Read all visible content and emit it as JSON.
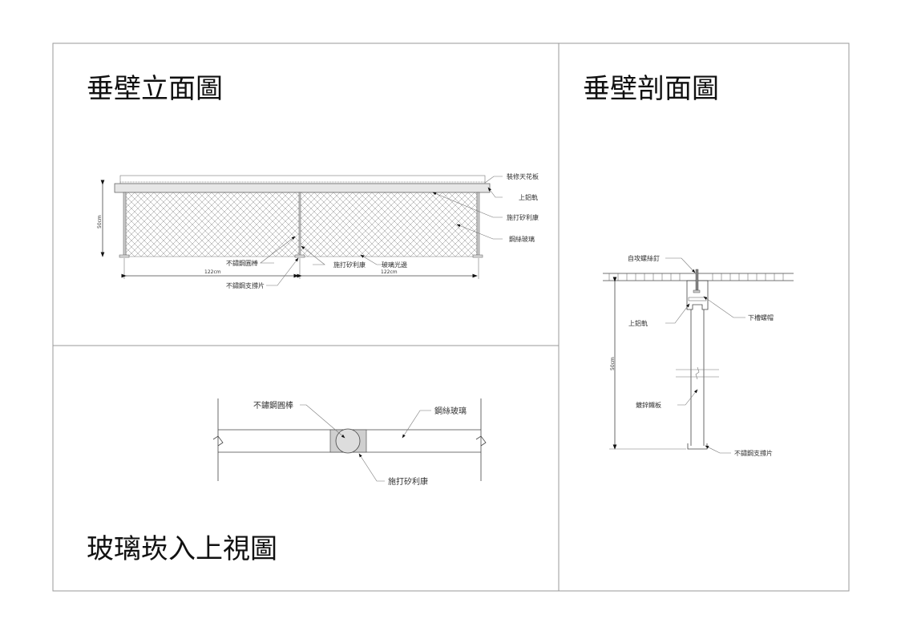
{
  "elevation": {
    "title": "垂壁立面圖",
    "labels": {
      "ceiling": "裝修天花板",
      "top_rail": "上鋁軌",
      "silicone": "施打矽利康",
      "wire_glass": "鋼絲玻璃",
      "rod": "不鏽鋼圓棒",
      "silicone_bottom": "施打矽利康",
      "glass_edge": "玻璃光邊",
      "support": "不鏽鋼支撐片"
    },
    "dims": {
      "height": "50cm",
      "left_width": "122cm",
      "right_width": "122cm"
    }
  },
  "section": {
    "title": "垂壁剖面圖",
    "labels": {
      "screw": "自攻螺絲釘",
      "top_rail": "上鋁軌",
      "nut": "下槽螺帽",
      "plate": "鍍鋅鐵板",
      "support": "不鏽鋼支撐片"
    },
    "dims": {
      "height": "50cm"
    }
  },
  "plan": {
    "title": "玻璃崁入上視圖",
    "labels": {
      "rod": "不鏽鋼圓棒",
      "wire_glass": "鋼絲玻璃",
      "silicone": "施打矽利康"
    }
  }
}
